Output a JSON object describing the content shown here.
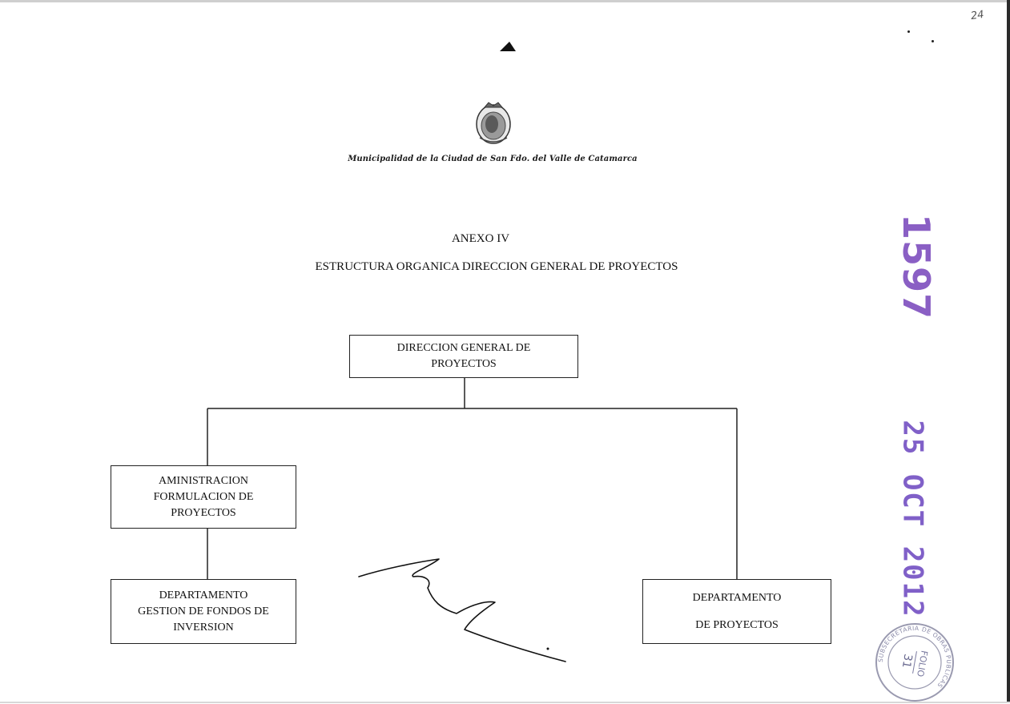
{
  "header": {
    "handwritten_page_number": "24",
    "municipality": "Municipalidad de la Ciudad de San Fdo. del Valle de Catamarca",
    "crest_icon": "municipal-crest-icon"
  },
  "titles": {
    "annex": "ANEXO IV",
    "structure": "ESTRUCTURA ORGANICA DIRECCION GENERAL DE PROYECTOS"
  },
  "org_chart": {
    "root": {
      "lines": [
        "DIRECCION GENERAL DE",
        "PROYECTOS"
      ]
    },
    "admin": {
      "lines": [
        "AMINISTRACION",
        "FORMULACION DE",
        "PROYECTOS"
      ]
    },
    "funds_department": {
      "lines": [
        "DEPARTAMENTO",
        "GESTION DE FONDOS DE",
        "INVERSION"
      ]
    },
    "projects_department": {
      "lines": [
        "DEPARTAMENTO",
        "DE PROYECTOS"
      ]
    }
  },
  "stamps": {
    "registry_number": "1597",
    "date": "25 OCT 2012",
    "folio_label": "FOLIO",
    "folio_number": "31",
    "seal_text": "SUBSECRETARIA DE OBRAS PUBLICAS",
    "ink_color": "#8a5fc4"
  },
  "signature_icon": "handwritten-signature-icon"
}
